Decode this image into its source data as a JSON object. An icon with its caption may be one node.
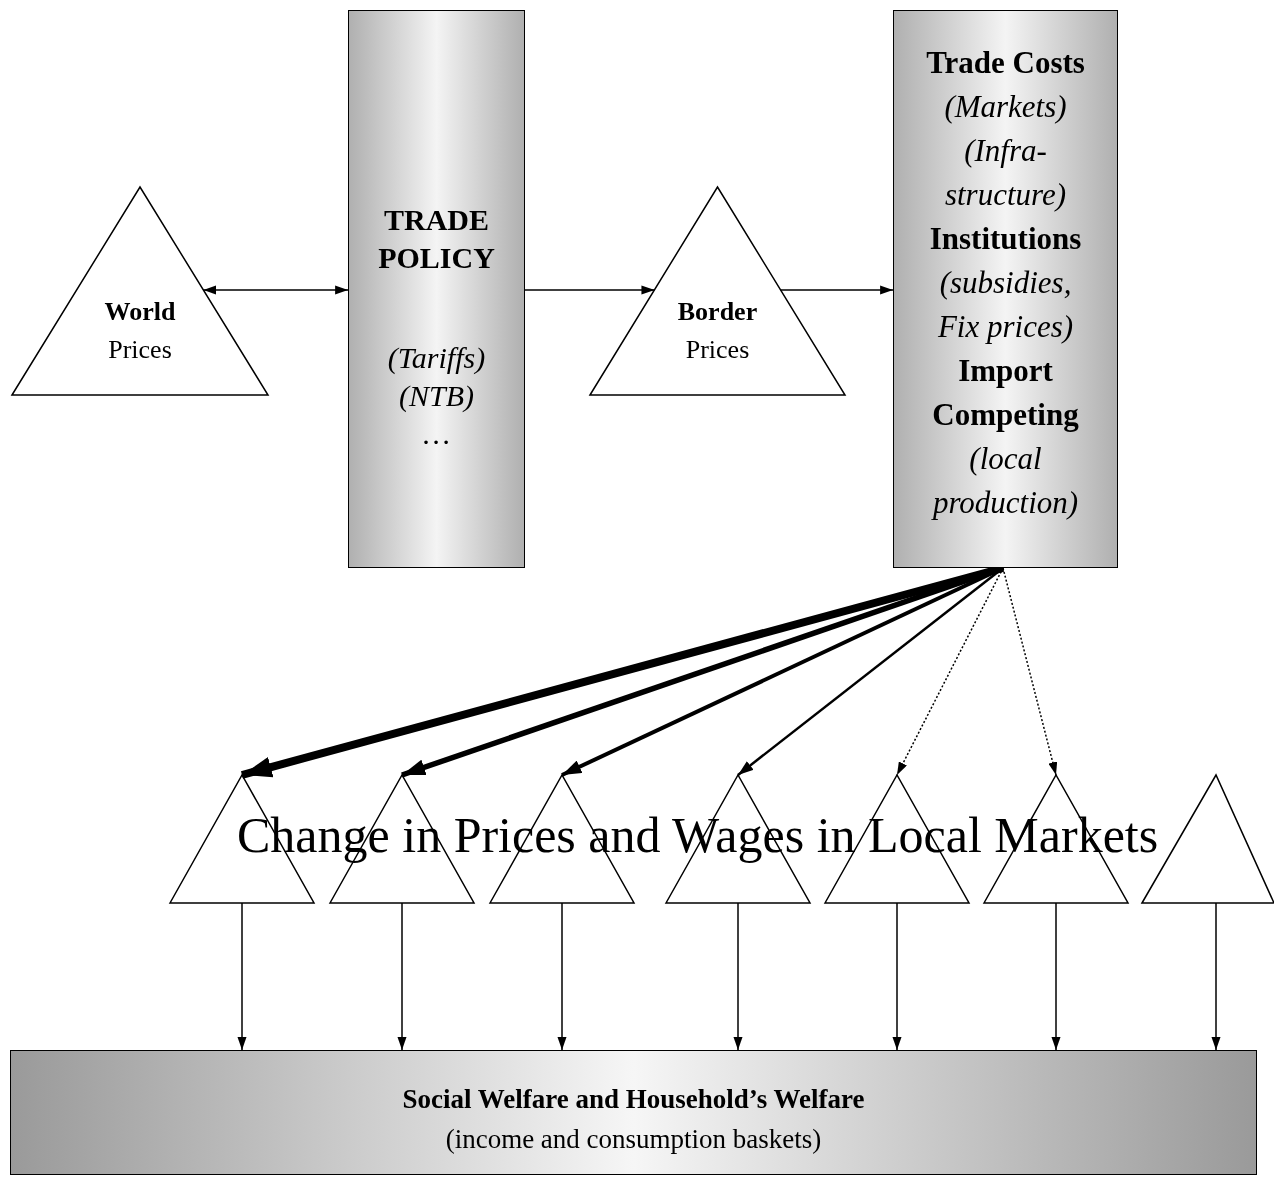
{
  "diagram": {
    "nodes": [
      {
        "text": [
          "World",
          "Prices"
        ]
      },
      {
        "text": [
          "TRADE POLICY",
          "(Tariffs)",
          "(NTB)",
          "…"
        ]
      },
      {
        "text": [
          "Border",
          "Prices"
        ]
      },
      {
        "text": [
          "Trade Costs",
          "(Markets) (Infra-structure)",
          "Institutions",
          "(subsidies, Fix prices)",
          "Import Competing",
          "(local production)"
        ]
      },
      {
        "text": [],
        "shape": "triangle"
      },
      {
        "text": [],
        "shape": "triangle"
      },
      {
        "text": [],
        "shape": "triangle"
      },
      {
        "text": [],
        "shape": "triangle"
      },
      {
        "text": [],
        "shape": "triangle"
      },
      {
        "text": [],
        "shape": "triangle"
      },
      {
        "text": [],
        "shape": "triangle"
      },
      {
        "text": [
          "Social Welfare and Household’s Welfare",
          "(income and consumption baskets)"
        ]
      }
    ],
    "edges": [
      {
        "from": 0,
        "to": 1,
        "arrow": "both"
      },
      {
        "from": 1,
        "to": 2,
        "arrow": "to"
      },
      {
        "from": 2,
        "to": 3,
        "arrow": "to"
      },
      {
        "from": 3,
        "to": 4,
        "arrow": "to",
        "style": "thick"
      },
      {
        "from": 3,
        "to": 5,
        "arrow": "to",
        "style": "thick"
      },
      {
        "from": 3,
        "to": 6,
        "arrow": "to",
        "style": "thick"
      },
      {
        "from": 3,
        "to": 7,
        "arrow": "to"
      },
      {
        "from": 3,
        "to": 8,
        "arrow": "to",
        "style": "dashed"
      },
      {
        "from": 3,
        "to": 9,
        "arrow": "to",
        "style": "dashed"
      },
      {
        "from": 4,
        "to": 11,
        "arrow": "to"
      },
      {
        "from": 5,
        "to": 11,
        "arrow": "to"
      },
      {
        "from": 6,
        "to": 11,
        "arrow": "to"
      },
      {
        "from": 7,
        "to": 11,
        "arrow": "to"
      },
      {
        "from": 8,
        "to": 11,
        "arrow": "to"
      },
      {
        "from": 9,
        "to": 11,
        "arrow": "to"
      },
      {
        "from": 10,
        "to": 11,
        "arrow": "to"
      }
    ],
    "labels": [
      "Change in Prices and Wages in Local Markets"
    ]
  }
}
